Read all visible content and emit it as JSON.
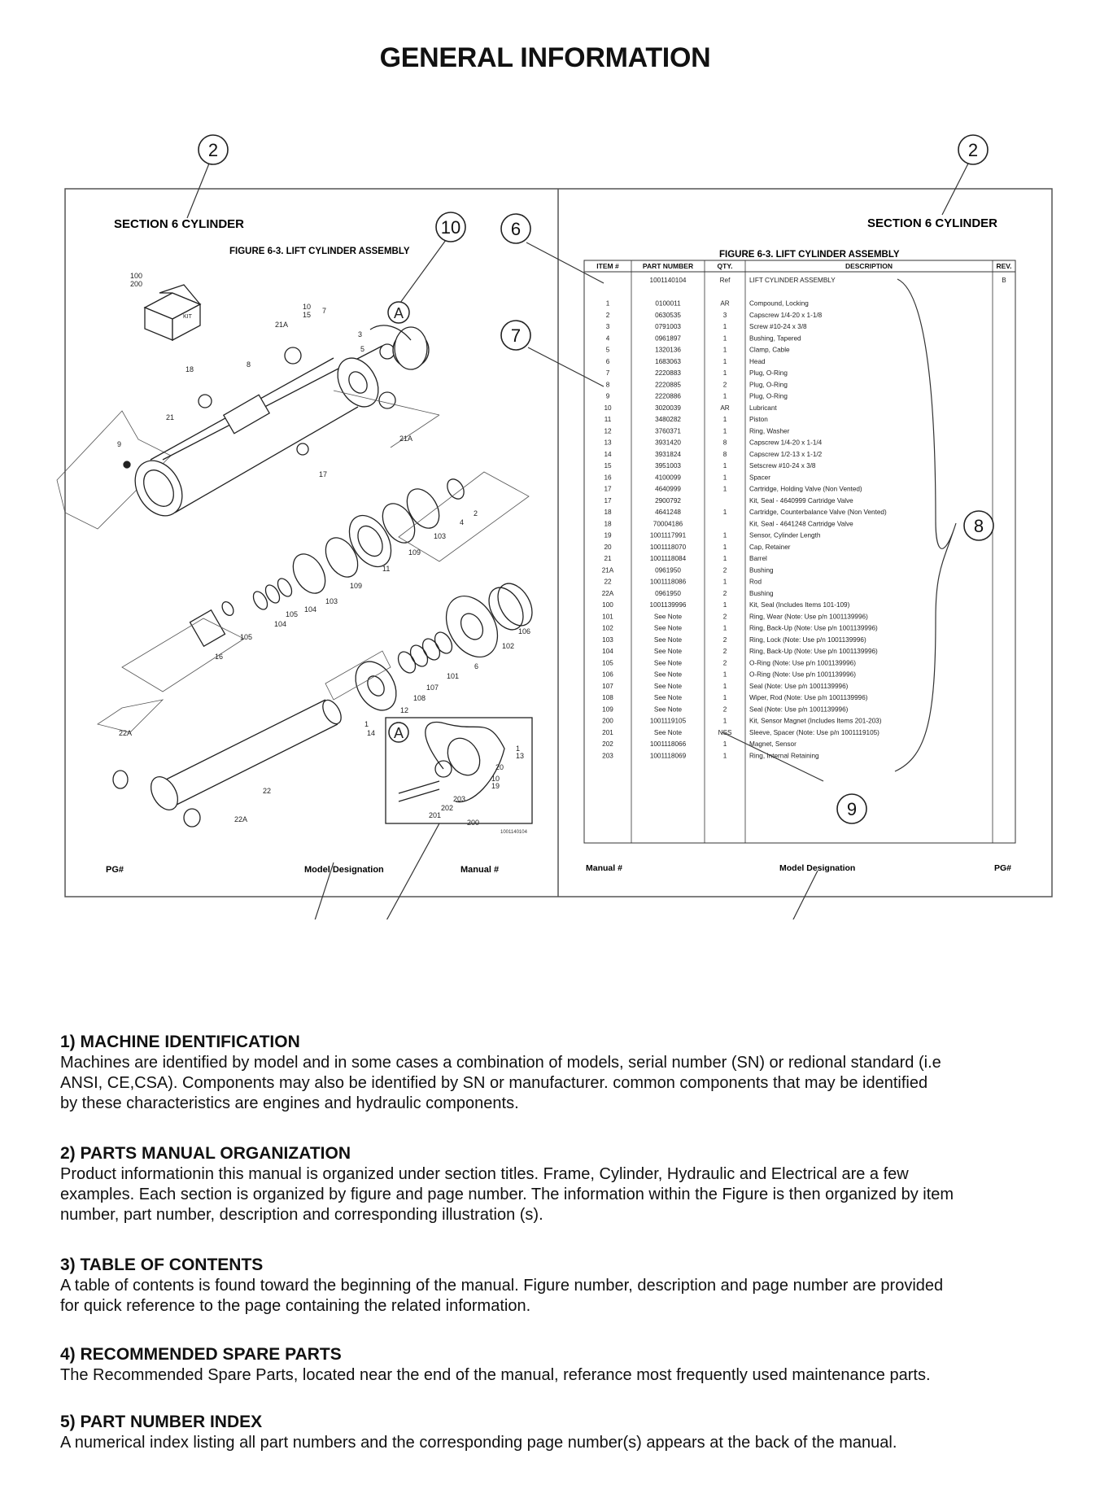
{
  "title": "GENERAL INFORMATION",
  "left_page": {
    "section": "SECTION 6   CYLINDER",
    "figure_title": "FIGURE 6-3. LIFT CYLINDER ASSEMBLY",
    "footer_pg": "PG#",
    "footer_model": "Model Designation",
    "footer_manual": "Manual #",
    "kit_box_label": "KIT",
    "kit_box_items": [
      "100",
      "200"
    ],
    "drawing_number": "1001140104",
    "detail_label": "A",
    "part_labels": [
      "21A",
      "10",
      "15",
      "7",
      "3",
      "5",
      "18",
      "8",
      "21",
      "9",
      "17",
      "21A",
      "2",
      "4",
      "103",
      "109",
      "11",
      "109",
      "103",
      "104",
      "105",
      "104",
      "16",
      "105",
      "106",
      "102",
      "6",
      "101",
      "107",
      "108",
      "12",
      "1",
      "14",
      "22A",
      "22",
      "22A",
      "1",
      "13",
      "20",
      "10",
      "19",
      "203",
      "202",
      "201",
      "200"
    ]
  },
  "right_page": {
    "section": "SECTION 6   CYLINDER",
    "figure_title": "FIGURE 6-3.  LIFT CYLINDER ASSEMBLY",
    "footer_manual": "Manual #",
    "footer_model": "Model Designation",
    "footer_pg": "PG#",
    "table": {
      "headers": [
        "ITEM #",
        "PART NUMBER",
        "QTY.",
        "DESCRIPTION",
        "REV."
      ],
      "rows": [
        [
          "",
          "1001140104",
          "Ref",
          "LIFT CYLINDER ASSEMBLY",
          "B"
        ],
        [
          "",
          "",
          "",
          "",
          ""
        ],
        [
          "1",
          "0100011",
          "AR",
          "Compound, Locking",
          ""
        ],
        [
          "2",
          "0630535",
          "3",
          "Capscrew 1/4-20 x 1-1/8",
          ""
        ],
        [
          "3",
          "0791003",
          "1",
          "Screw #10-24 x 3/8",
          ""
        ],
        [
          "4",
          "0961897",
          "1",
          "Bushing, Tapered",
          ""
        ],
        [
          "5",
          "1320136",
          "1",
          "Clamp, Cable",
          ""
        ],
        [
          "6",
          "1683063",
          "1",
          "Head",
          ""
        ],
        [
          "7",
          "2220883",
          "1",
          "Plug, O-Ring",
          ""
        ],
        [
          "8",
          "2220885",
          "2",
          "Plug, O-Ring",
          ""
        ],
        [
          "9",
          "2220886",
          "1",
          "Plug, O-Ring",
          ""
        ],
        [
          "10",
          "3020039",
          "AR",
          "Lubricant",
          ""
        ],
        [
          "11",
          "3480282",
          "1",
          "Piston",
          ""
        ],
        [
          "12",
          "3760371",
          "1",
          "Ring, Washer",
          ""
        ],
        [
          "13",
          "3931420",
          "8",
          "Capscrew 1/4-20 x 1-1/4",
          ""
        ],
        [
          "14",
          "3931824",
          "8",
          "Capscrew 1/2-13 x 1-1/2",
          ""
        ],
        [
          "15",
          "3951003",
          "1",
          "Setscrew #10-24 x 3/8",
          ""
        ],
        [
          "16",
          "4100099",
          "1",
          "Spacer",
          ""
        ],
        [
          "17",
          "4640999",
          "1",
          "Cartridge, Holding Valve (Non Vented)",
          ""
        ],
        [
          "17",
          "2900792",
          "",
          "   Kit, Seal - 4640999 Cartridge Valve",
          ""
        ],
        [
          "18",
          "4641248",
          "1",
          "Cartridge, Counterbalance Valve (Non Vented)",
          ""
        ],
        [
          "18",
          "70004186",
          "",
          "   Kit, Seal - 4641248 Cartridge Valve",
          ""
        ],
        [
          "19",
          "1001117991",
          "1",
          "Sensor, Cylinder Length",
          ""
        ],
        [
          "20",
          "1001118070",
          "1",
          "Cap, Retainer",
          ""
        ],
        [
          "21",
          "1001118084",
          "1",
          "Barrel",
          ""
        ],
        [
          "21A",
          "0961950",
          "2",
          "   Bushing",
          ""
        ],
        [
          "22",
          "1001118086",
          "1",
          "Rod",
          ""
        ],
        [
          "22A",
          "0961950",
          "2",
          "   Bushing",
          ""
        ],
        [
          "100",
          "1001139996",
          "1",
          "Kit, Seal (Includes Items 101-109)",
          ""
        ],
        [
          "101",
          "See Note",
          "2",
          "   Ring, Wear (Note: Use p/n 1001139996)",
          ""
        ],
        [
          "102",
          "See Note",
          "1",
          "   Ring, Back-Up (Note: Use p/n 1001139996)",
          ""
        ],
        [
          "103",
          "See Note",
          "2",
          "   Ring, Lock (Note: Use p/n 1001139996)",
          ""
        ],
        [
          "104",
          "See Note",
          "2",
          "   Ring, Back-Up (Note: Use p/n 1001139996)",
          ""
        ],
        [
          "105",
          "See Note",
          "2",
          "   O-Ring (Note: Use p/n 1001139996)",
          ""
        ],
        [
          "106",
          "See Note",
          "1",
          "   O-Ring (Note: Use p/n 1001139996)",
          ""
        ],
        [
          "107",
          "See Note",
          "1",
          "   Seal (Note: Use p/n 1001139996)",
          ""
        ],
        [
          "108",
          "See Note",
          "1",
          "   Wiper, Rod (Note: Use p/n 1001139996)",
          ""
        ],
        [
          "109",
          "See Note",
          "2",
          "   Seal (Note: Use p/n 1001139996)",
          ""
        ],
        [
          "200",
          "1001119105",
          "1",
          "Kit, Sensor Magnet (Includes Items 201-203)",
          ""
        ],
        [
          "201",
          "See Note",
          "NSS",
          "   Sleeve, Spacer (Note: Use p/n 1001119105)",
          ""
        ],
        [
          "202",
          "1001118066",
          "1",
          "   Magnet, Sensor",
          ""
        ],
        [
          "203",
          "1001118069",
          "1",
          "   Ring, Internal Retaining",
          ""
        ]
      ]
    }
  },
  "callouts": [
    "2",
    "2",
    "10",
    "6",
    "7",
    "8",
    "9",
    "1",
    "10",
    "1"
  ],
  "sections": [
    {
      "heading": "1) MACHINE IDENTIFICATION",
      "lines": [
        "Machines are identified by model and in some cases a combination of models, serial number (SN) or redional standard (i.e",
        "ANSI, CE,CSA). Components may also be identified by SN or manufacturer. common components that may be identified",
        "by these characteristics are engines and hydraulic components."
      ]
    },
    {
      "heading": "2) PARTS MANUAL ORGANIZATION",
      "lines": [
        "Product informationin this manual is organized under section titles. Frame, Cylinder, Hydraulic and Electrical are a few",
        "examples. Each section is organized by figure and page number. The information within the Figure is then organized by item",
        "number, part number, description and corresponding illustration (s)."
      ]
    },
    {
      "heading": "3) TABLE OF CONTENTS",
      "lines": [
        "A table of contents is found toward the beginning of the manual. Figure number, description and page number are provided",
        "for quick reference to the page containing the related information."
      ]
    },
    {
      "heading": "4) RECOMMENDED SPARE PARTS",
      "lines": [
        "The Recommended Spare Parts, located near the end of the manual, referance most frequently used maintenance parts."
      ]
    },
    {
      "heading": "5) PART NUMBER INDEX",
      "lines": [
        "A numerical index listing all part numbers and the corresponding page number(s) appears at the back of the manual."
      ]
    }
  ]
}
